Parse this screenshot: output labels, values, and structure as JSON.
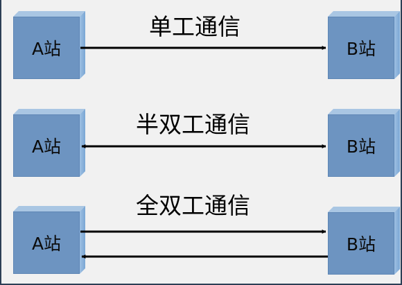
{
  "rows": [
    {
      "title": "单工通信",
      "left": "A站",
      "right": "B站",
      "mode": "simplex"
    },
    {
      "title": "半双工通信",
      "left": "A站",
      "right": "B站",
      "mode": "half-duplex"
    },
    {
      "title": "全双工通信",
      "left": "A站",
      "right": "B站",
      "mode": "full-duplex"
    }
  ],
  "colors": {
    "station_front": "#6d94c1",
    "station_side": "#8fb4da",
    "station_top": "#a9c6e3",
    "arrow": "#000000",
    "background": "#f1f1f1"
  }
}
